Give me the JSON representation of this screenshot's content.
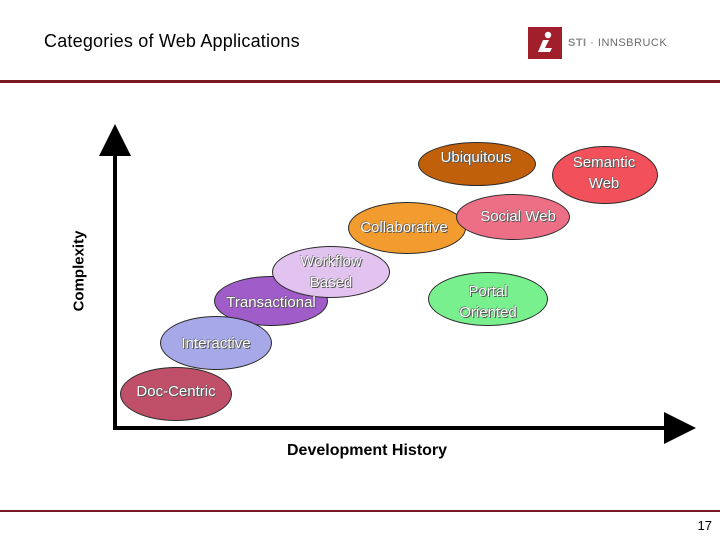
{
  "slide": {
    "title": "Categories of Web Applications",
    "page_number": "17"
  },
  "logo": {
    "brand": "STI",
    "separator": " · ",
    "place": "INNSBRUCK",
    "accent_color": "#a11e2b"
  },
  "axes": {
    "y_label": "Complexity",
    "x_label": "Development History"
  },
  "categories": {
    "doc_centric": {
      "label": "Doc-Centric",
      "color": "#c0506a"
    },
    "interactive": {
      "label": "Interactive",
      "color": "#a7a8e8"
    },
    "transactional": {
      "label": "Transactional",
      "color": "#a05cc8"
    },
    "workflow": {
      "label_line1": "Workflow",
      "label_line2": "Based",
      "color": "#e2c3f0"
    },
    "collaborative": {
      "label": "Collaborative",
      "color": "#f29b2e"
    },
    "portal": {
      "label_line1": "Portal",
      "label_line2": "Oriented",
      "color": "#78f08e"
    },
    "social_web": {
      "label": "Social Web",
      "color": "#ec6f86"
    },
    "ubiquitous": {
      "label": "Ubiquitous",
      "color": "#c0600a"
    },
    "semantic_web": {
      "label_line1": "Semantic",
      "label_line2": "Web",
      "color": "#f2505a"
    }
  }
}
